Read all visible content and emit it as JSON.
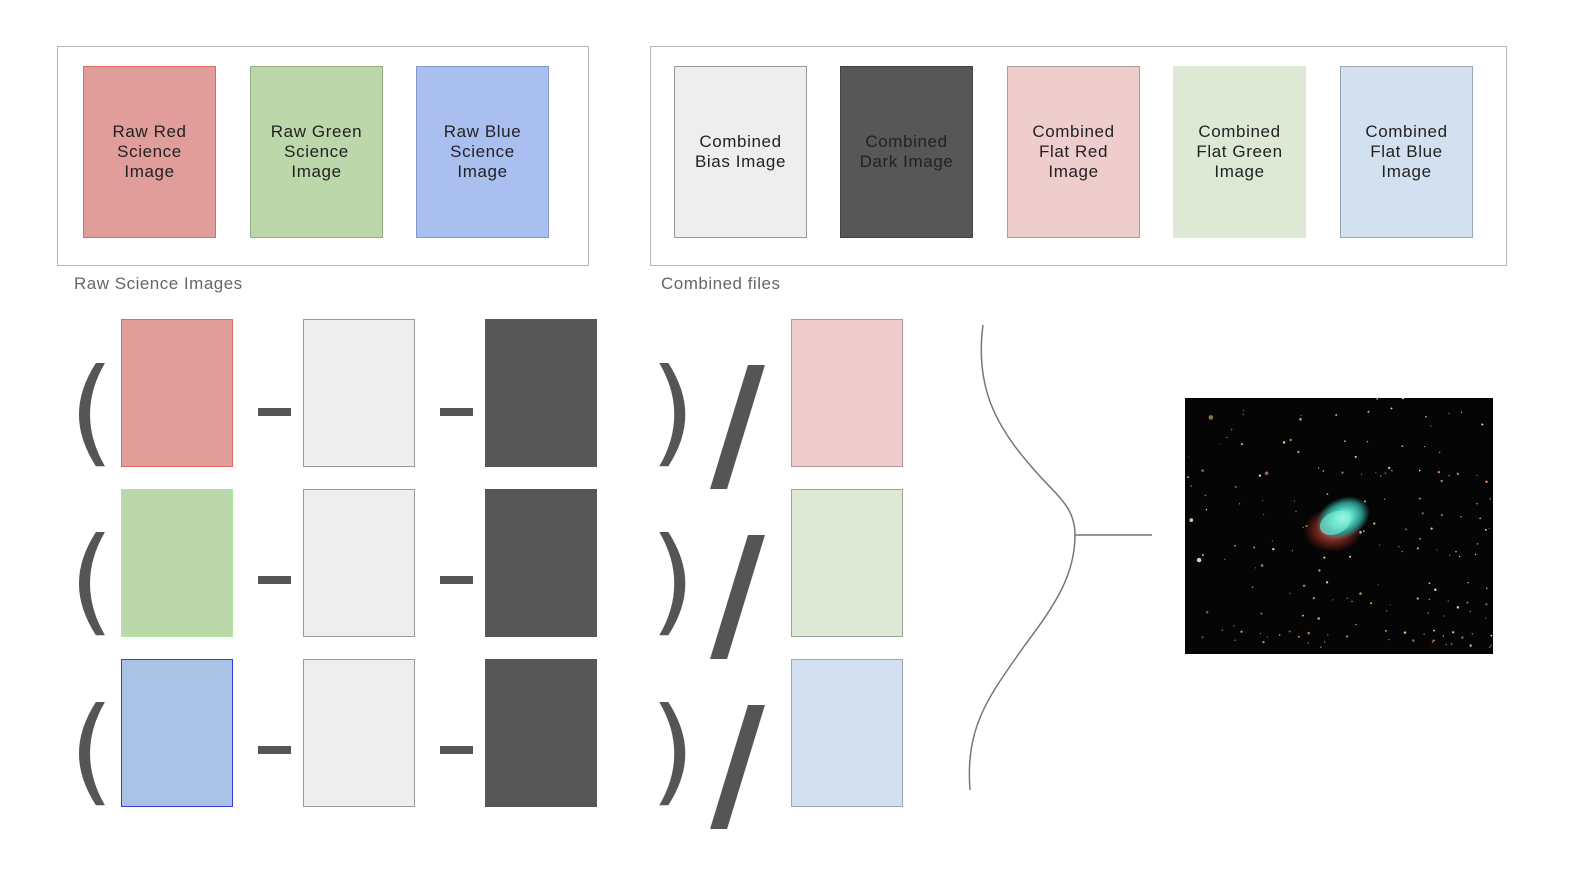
{
  "raw_panel": {
    "caption": "Raw Science Images",
    "cards": [
      {
        "label": "Raw Red Science Image",
        "fill": "#e09d9a",
        "border": "#e06a66"
      },
      {
        "label": "Raw Green Science Image",
        "fill": "#bcd7aa",
        "border": "#94b083"
      },
      {
        "label": "Raw Blue Science Image",
        "fill": "#a8bfef",
        "border": "#8499c8"
      }
    ]
  },
  "combined_panel": {
    "caption": "Combined files",
    "cards": [
      {
        "label": "Combined Bias Image",
        "fill": "#eeeeee",
        "border": "#9a9a9a"
      },
      {
        "label": "Combined Dark Image",
        "fill": "#575757",
        "border": "#444444"
      },
      {
        "label": "Combined Flat Red Image",
        "fill": "#efcdcd",
        "border": "#b09a9a"
      },
      {
        "label": "Combined Flat Green Image",
        "fill": "#dde9d4",
        "border": "#dde9d4"
      },
      {
        "label": "Combined Flat Blue Image",
        "fill": "#d2e0f0",
        "border": "#9aa6b5"
      }
    ]
  },
  "equations": [
    {
      "science_fill": "#e09d9a",
      "science_border": "#e06a66",
      "flat_fill": "#efcdcd",
      "flat_border": "#b09a9a"
    },
    {
      "science_fill": "#bcd7aa",
      "science_border": "#a6eb9c",
      "flat_fill": "#dde9d4",
      "flat_border": "#9aa696"
    },
    {
      "science_fill": "#a8c3e5",
      "science_border": "#3a3ae0",
      "flat_fill": "#d2e0f0",
      "flat_border": "#9aa6b5"
    }
  ],
  "bias_tile": {
    "fill": "#eeeeee",
    "border": "#9a9a9a"
  },
  "dark_tile": {
    "fill": "#575757",
    "border": "#575757"
  },
  "operators": {
    "open": "(",
    "close": ")"
  },
  "result_image": {
    "subject": "color-composite-nebula",
    "background": "#050505"
  }
}
